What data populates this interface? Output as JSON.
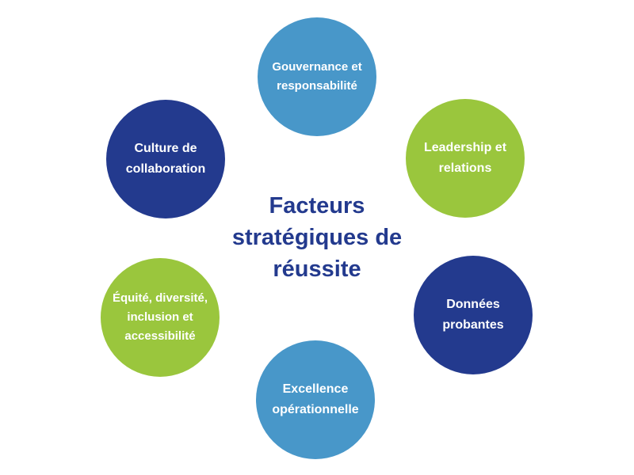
{
  "diagram": {
    "center_title": "Facteurs stratégiques de réussite",
    "colors": {
      "title": "#233a8e",
      "light_blue": "#4897c9",
      "green": "#9ac63d",
      "dark_blue": "#233a8e"
    },
    "nodes": [
      {
        "id": "gouvernance",
        "label": "Gouvernance et responsabilité",
        "color": "#4897c9"
      },
      {
        "id": "leadership",
        "label": "Leadership et relations",
        "color": "#9ac63d"
      },
      {
        "id": "donnees",
        "label": "Données probantes",
        "color": "#233a8e"
      },
      {
        "id": "excellence",
        "label": "Excellence opérationnelle",
        "color": "#4897c9"
      },
      {
        "id": "equite",
        "label": "Équité, diversité, inclusion et accessibilité",
        "color": "#9ac63d"
      },
      {
        "id": "culture",
        "label": "Culture de collaboration",
        "color": "#233a8e"
      }
    ]
  }
}
